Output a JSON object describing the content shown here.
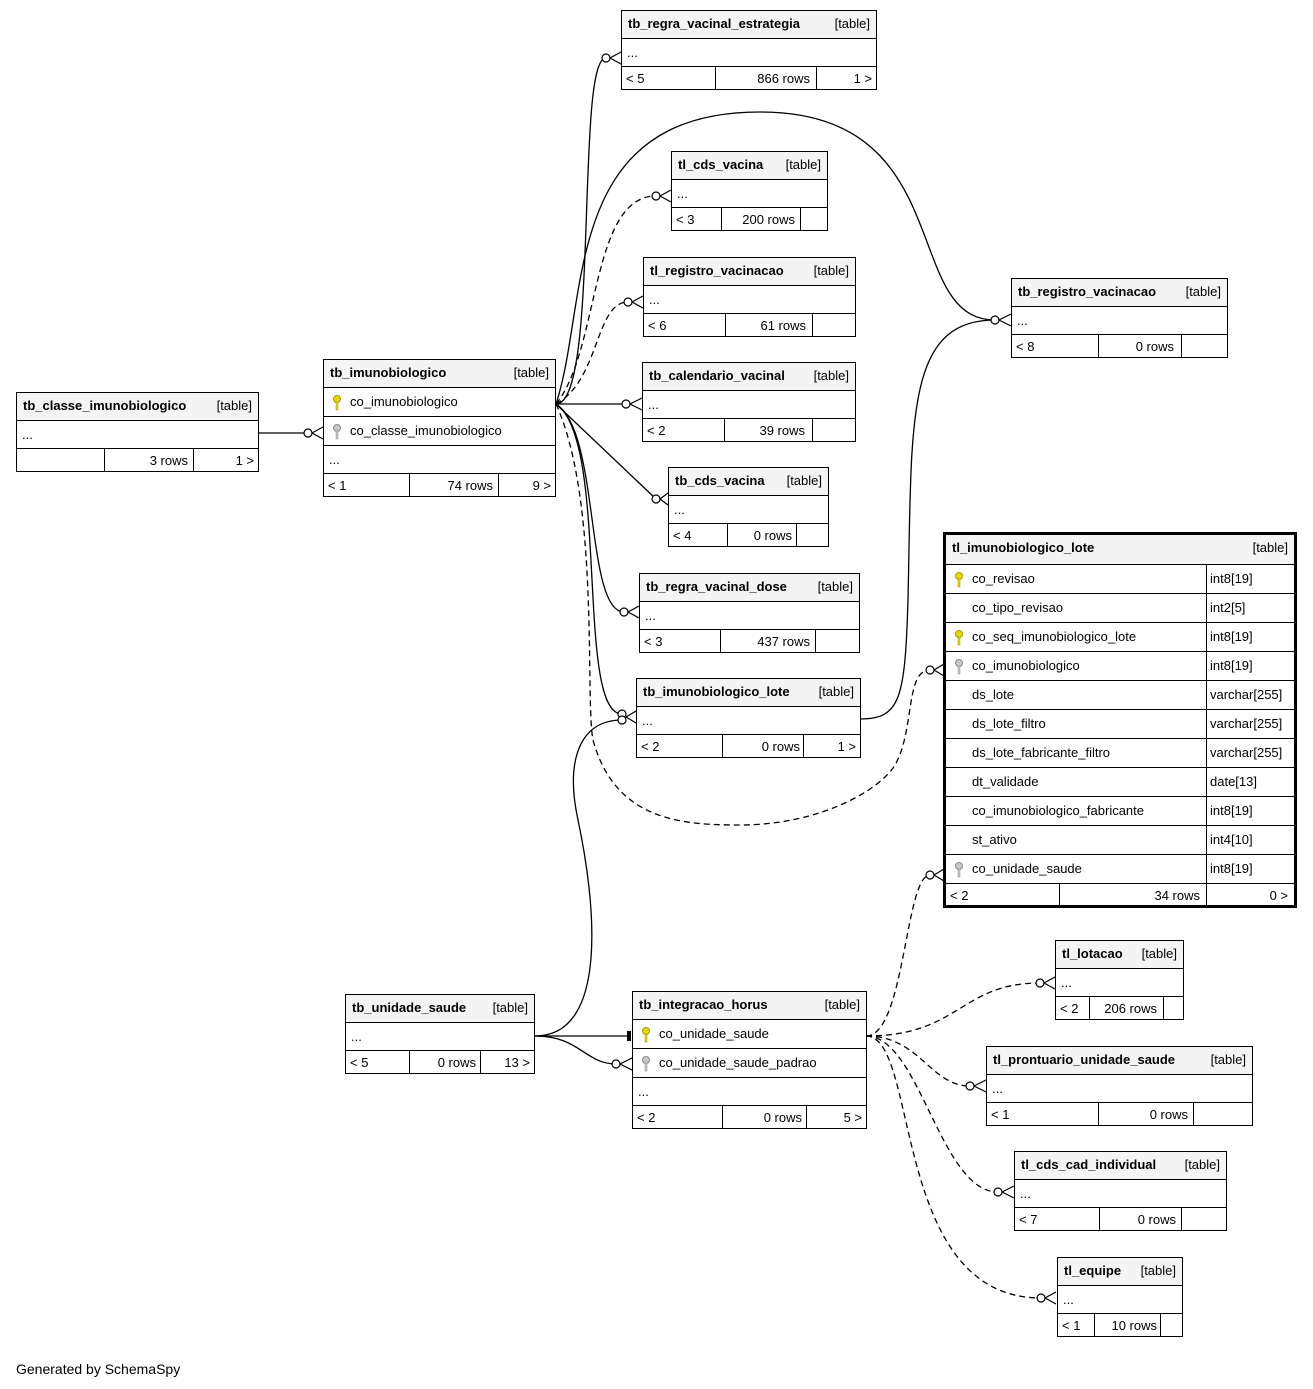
{
  "footer_text": "Generated by SchemaSpy",
  "table_label": "[table]",
  "ellipsis": "...",
  "tables": {
    "tb_regra_vacinal_estrategia": {
      "name": "tb_regra_vacinal_estrategia",
      "parents": "< 5",
      "rows": "866 rows",
      "children": "1 >"
    },
    "tl_cds_vacina_1": {
      "name": "tl_cds_vacina",
      "parents": "< 3",
      "rows": "200 rows",
      "children": ""
    },
    "tl_registro_vacinacao": {
      "name": "tl_registro_vacinacao",
      "parents": "< 6",
      "rows": "61 rows",
      "children": ""
    },
    "tb_registro_vacinacao": {
      "name": "tb_registro_vacinacao",
      "parents": "< 8",
      "rows": "0 rows",
      "children": ""
    },
    "tb_calendario_vacinal": {
      "name": "tb_calendario_vacinal",
      "parents": "< 2",
      "rows": "39 rows",
      "children": ""
    },
    "tb_classe_imunobiologico": {
      "name": "tb_classe_imunobiologico",
      "parents": "",
      "rows": "3 rows",
      "children": "1 >"
    },
    "tb_imunobiologico": {
      "name": "tb_imunobiologico",
      "col1": "co_imunobiologico",
      "col2": "co_classe_imunobiologico",
      "parents": "< 1",
      "rows": "74 rows",
      "children": "9 >"
    },
    "tb_cds_vacina": {
      "name": "tb_cds_vacina",
      "parents": "< 4",
      "rows": "0 rows",
      "children": ""
    },
    "tb_regra_vacinal_dose": {
      "name": "tb_regra_vacinal_dose",
      "parents": "< 3",
      "rows": "437 rows",
      "children": ""
    },
    "tb_imunobiologico_lote": {
      "name": "tb_imunobiologico_lote",
      "parents": "< 2",
      "rows": "0 rows",
      "children": "1 >"
    },
    "tl_imunobiologico_lote": {
      "name": "tl_imunobiologico_lote",
      "columns": [
        {
          "name": "co_revisao",
          "type": "int8[19]",
          "key": "primary"
        },
        {
          "name": "co_tipo_revisao",
          "type": "int2[5]",
          "key": "none"
        },
        {
          "name": "co_seq_imunobiologico_lote",
          "type": "int8[19]",
          "key": "primary"
        },
        {
          "name": "co_imunobiologico",
          "type": "int8[19]",
          "key": "foreign"
        },
        {
          "name": "ds_lote",
          "type": "varchar[255]",
          "key": "none"
        },
        {
          "name": "ds_lote_filtro",
          "type": "varchar[255]",
          "key": "none"
        },
        {
          "name": "ds_lote_fabricante_filtro",
          "type": "varchar[255]",
          "key": "none"
        },
        {
          "name": "dt_validade",
          "type": "date[13]",
          "key": "none"
        },
        {
          "name": "co_imunobiologico_fabricante",
          "type": "int8[19]",
          "key": "none"
        },
        {
          "name": "st_ativo",
          "type": "int4[10]",
          "key": "none"
        },
        {
          "name": "co_unidade_saude",
          "type": "int8[19]",
          "key": "foreign"
        }
      ],
      "parents": "< 2",
      "rows": "34 rows",
      "children": "0 >"
    },
    "tl_lotacao": {
      "name": "tl_lotacao",
      "parents": "< 2",
      "rows": "206 rows",
      "children": ""
    },
    "tb_unidade_saude": {
      "name": "tb_unidade_saude",
      "parents": "< 5",
      "rows": "0 rows",
      "children": "13 >"
    },
    "tb_integracao_horus": {
      "name": "tb_integracao_horus",
      "col1": "co_unidade_saude",
      "col2": "co_unidade_saude_padrao",
      "parents": "< 2",
      "rows": "0 rows",
      "children": "5 >"
    },
    "tl_prontuario_unidade_saude": {
      "name": "tl_prontuario_unidade_saude",
      "parents": "< 1",
      "rows": "0 rows",
      "children": ""
    },
    "tl_cds_cad_individual": {
      "name": "tl_cds_cad_individual",
      "parents": "< 7",
      "rows": "0 rows",
      "children": ""
    },
    "tl_equipe": {
      "name": "tl_equipe",
      "parents": "< 1",
      "rows": "10 rows",
      "children": ""
    }
  }
}
